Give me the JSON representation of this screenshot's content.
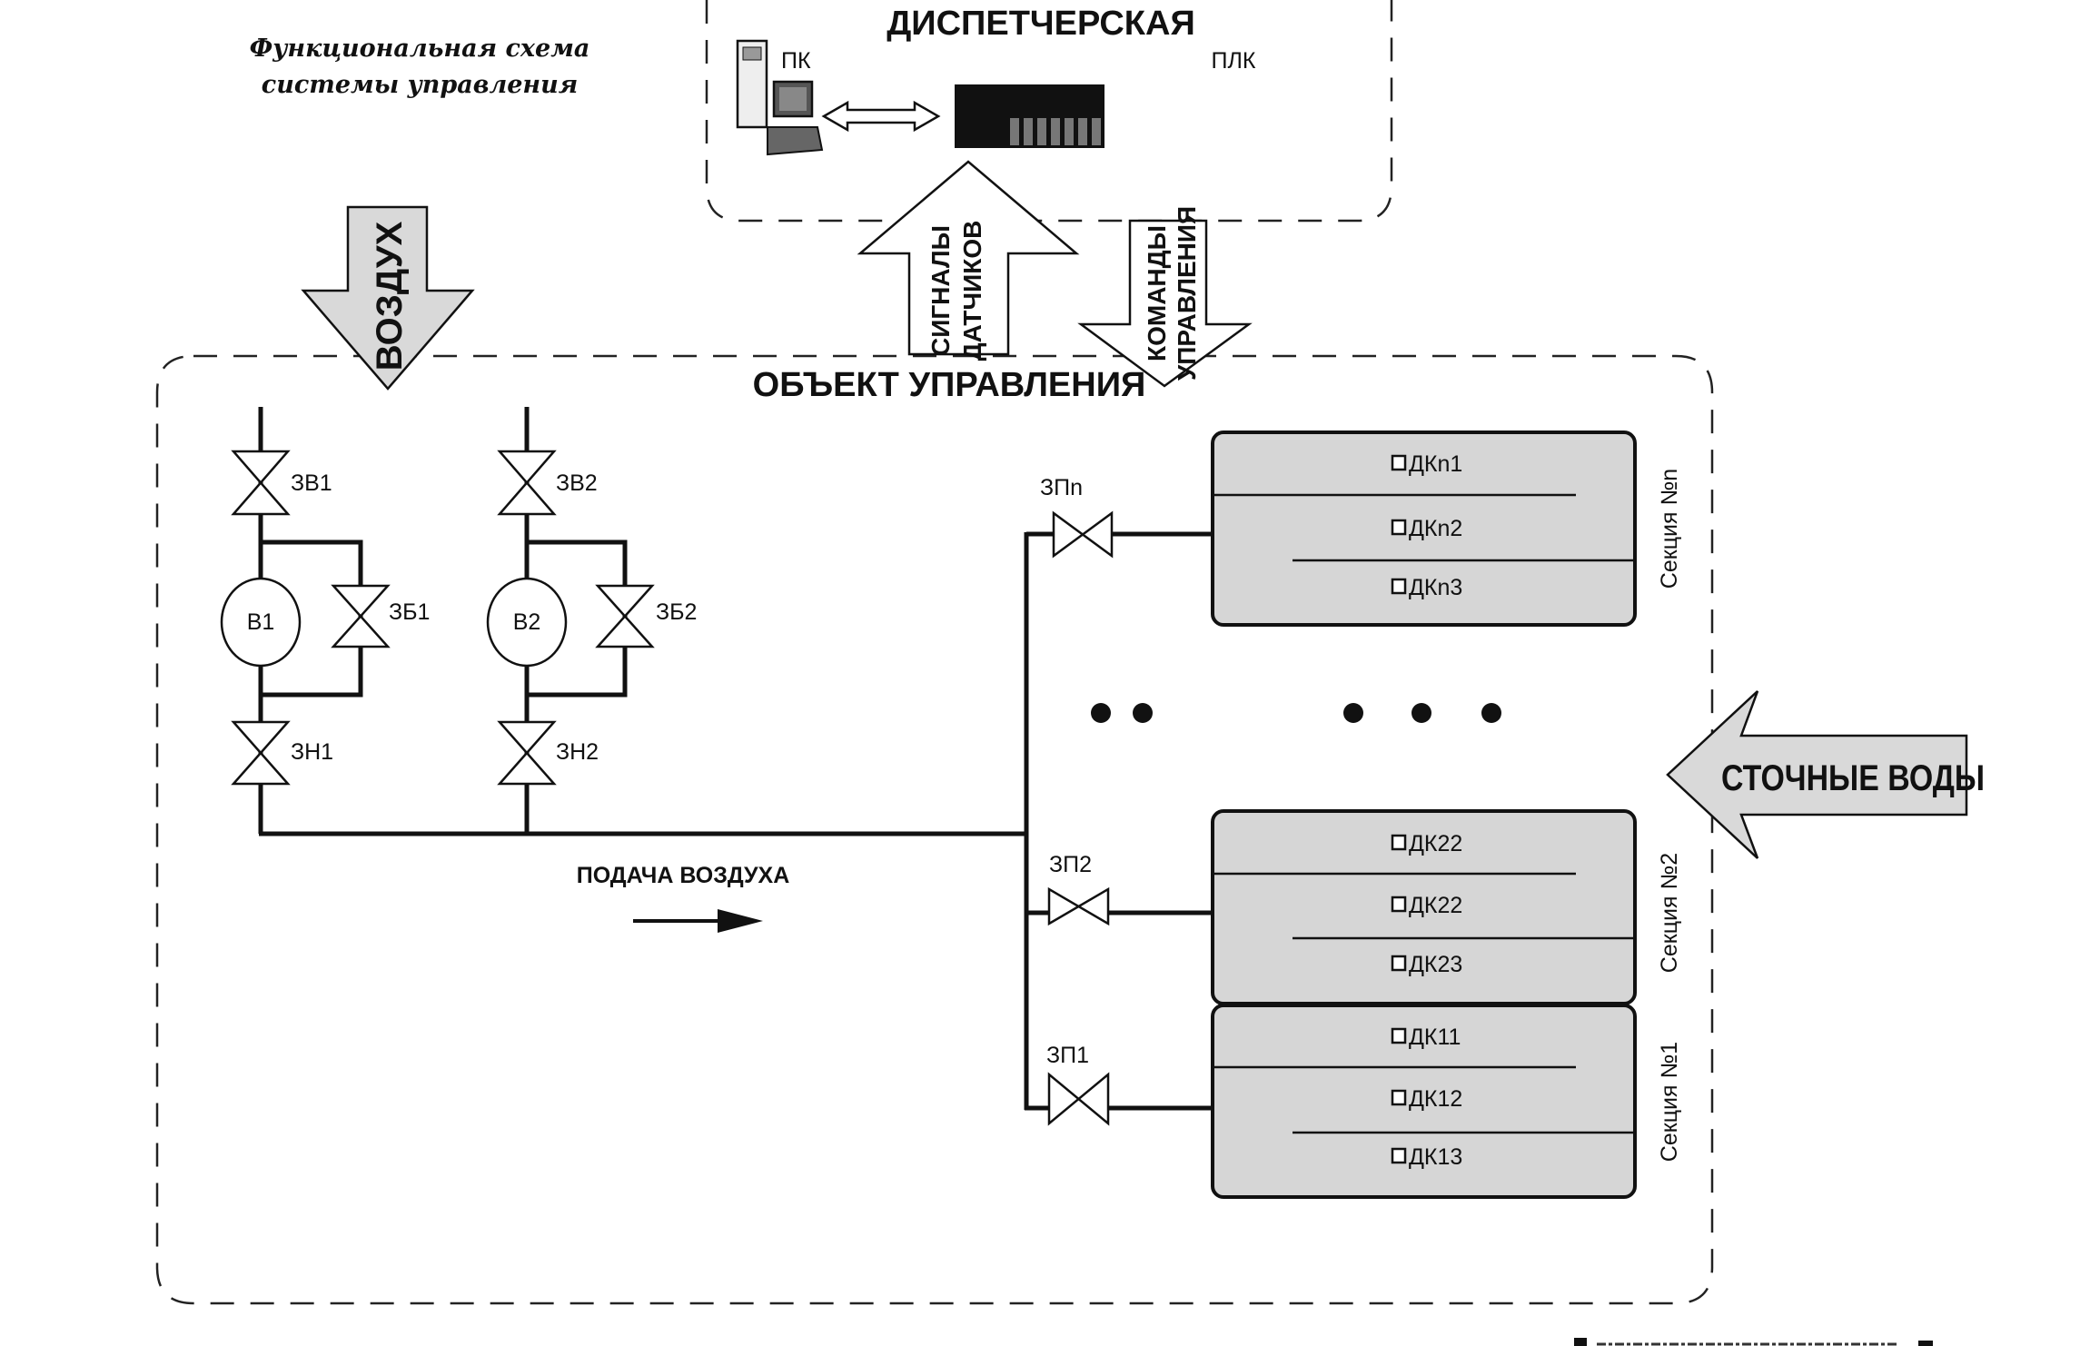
{
  "title": {
    "line1": "Функциональная схема",
    "line2": "системы управления"
  },
  "dispatcher": {
    "title": "ДИСПЕТЧЕРСКАЯ",
    "pc_label": "ПК",
    "plc_label": "ПЛК",
    "icons": [
      "pc-icon",
      "plc-icon",
      "bidirectional-arrow-icon"
    ]
  },
  "arrows": {
    "air_in": "ВОЗДУХ",
    "sensor_signals_line1": "СИГНАЛЫ",
    "sensor_signals_line2": "ДАТЧИКОВ",
    "control_commands_line1": "КОМАНДЫ",
    "control_commands_line2": "УПРАВЛЕНИЯ",
    "wastewater": "СТОЧНЫЕ ВОДЫ",
    "air_supply": "ПОДАЧА ВОЗДУХА"
  },
  "object": {
    "title": "ОБЪЕКТ УПРАВЛЕНИЯ",
    "blowers": [
      {
        "name": "В1",
        "valve_in": "ЗВ1",
        "valve_bypass": "ЗБ1",
        "valve_out": "ЗН1"
      },
      {
        "name": "В2",
        "valve_in": "ЗВ2",
        "valve_bypass": "ЗБ2",
        "valve_out": "ЗН2"
      }
    ],
    "sections": [
      {
        "label": "Секция №n",
        "valve": "ЗПn",
        "sensors": [
          "ДКn1",
          "ДКn2",
          "ДКn3"
        ]
      },
      {
        "label": "Секция №2",
        "valve": "ЗП2",
        "sensors": [
          "ДК22",
          "ДК22",
          "ДК23"
        ]
      },
      {
        "label": "Секция №1",
        "valve": "ЗП1",
        "sensors": [
          "ДК11",
          "ДК12",
          "ДК13"
        ]
      }
    ]
  }
}
